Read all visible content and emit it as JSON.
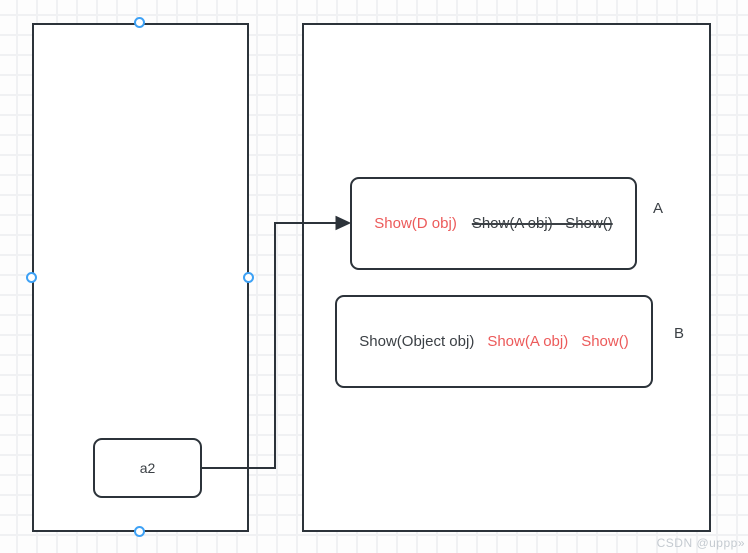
{
  "colors": {
    "shape_stroke": "#2c333a",
    "red_text": "#ec5a5a",
    "dark_text": "#3b4045",
    "selection_handle": "#3da1f5",
    "grid_line": "#f0f1f3",
    "watermark_text": "#c4cad0"
  },
  "left_panel": {
    "a2_box": {
      "label": "a2"
    }
  },
  "right_panel": {
    "box_a": {
      "side_label": "A",
      "override_method": "Show(D obj)",
      "struck_methods": "Show(A obj)   Show()"
    },
    "box_b": {
      "side_label": "B",
      "base_method": "Show(Object obj)",
      "red_method_1": "Show(A obj)",
      "red_method_2": "Show()"
    }
  },
  "watermark": "CSDN @uppp»"
}
